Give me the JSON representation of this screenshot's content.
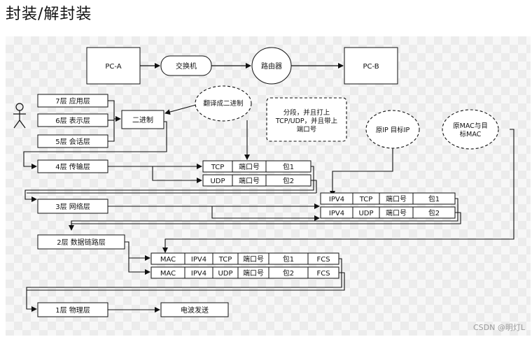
{
  "title": "封装/解封装",
  "watermark": "CSDN @明灯L",
  "top": {
    "pc_a": "PC-A",
    "switch": "交换机",
    "router": "路由器",
    "pc_b": "PC-B"
  },
  "person_icon": "stick-figure-person",
  "layers": {
    "l7": "7层 应用层",
    "l6": "6层 表示层",
    "l5": "5层 会话层",
    "l4": "4层 传输层",
    "l3": "3层 网络层",
    "l2": "2层 数据链路层",
    "l1": "1层 物理层"
  },
  "binary": "二进制",
  "bubbles": {
    "translate": "翻译成二进制",
    "segment_line1": "分段，并且打上",
    "segment_line2": "TCP/UDP，并且带上",
    "segment_line3": "端口号",
    "ip_line1": "原IP 目标IP",
    "mac_line1": "原MAC与目",
    "mac_line2": "标MAC"
  },
  "segments": {
    "tcp": "TCP",
    "udp": "UDP",
    "port": "端口号",
    "pkt1": "包1",
    "pkt2": "包2",
    "ipv4": "IPV4",
    "mac": "MAC",
    "fcs": "FCS"
  },
  "send": "电波发送"
}
